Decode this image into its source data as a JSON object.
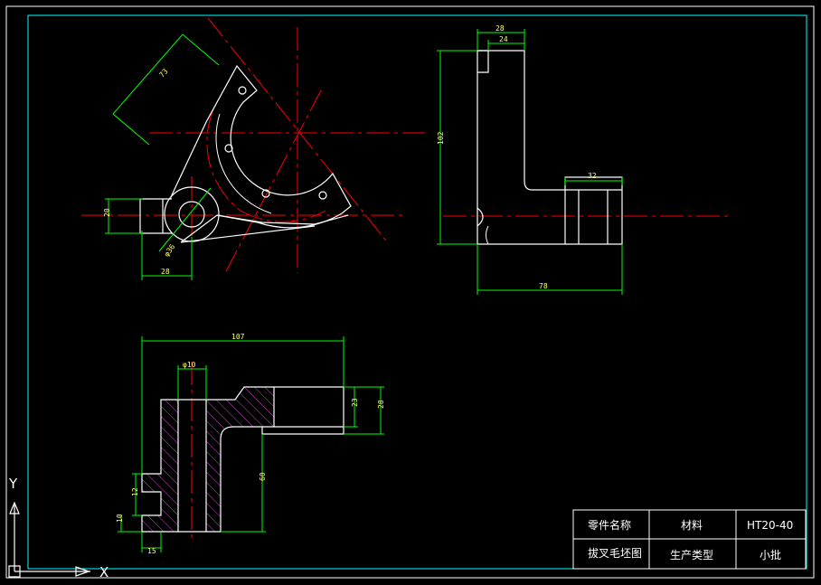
{
  "colors": {
    "background": "#000000",
    "outline": "#ffffff",
    "dimension": "#00ff00",
    "dimension_text": "#ffff66",
    "centerline": "#ff0000",
    "hatch": "#cc44cc",
    "frame": "#00ffff"
  },
  "dimensions": {
    "top_radius": "73",
    "left_height": "20",
    "boss_diameter": "φ36",
    "left_offset": "28",
    "side_top_outer": "28",
    "side_top_inner": "24",
    "side_height": "102",
    "side_boss_width": "32",
    "side_total_width": "78",
    "sec_total_length": "107",
    "sec_hole": "φ10",
    "sec_arm_inner": "23",
    "sec_arm_outer": "28",
    "sec_vertical": "60",
    "sec_lug": "12",
    "sec_base": "10",
    "sec_width": "15"
  },
  "title_block": {
    "part_name_label": "零件名称",
    "material_label": "材料",
    "material_value": "HT20-40",
    "part_name_value": "拔叉毛坯图",
    "production_type_label": "生产类型",
    "production_type_value": "小批"
  },
  "ucs": {
    "y_label": "Y",
    "x_label": "X"
  }
}
